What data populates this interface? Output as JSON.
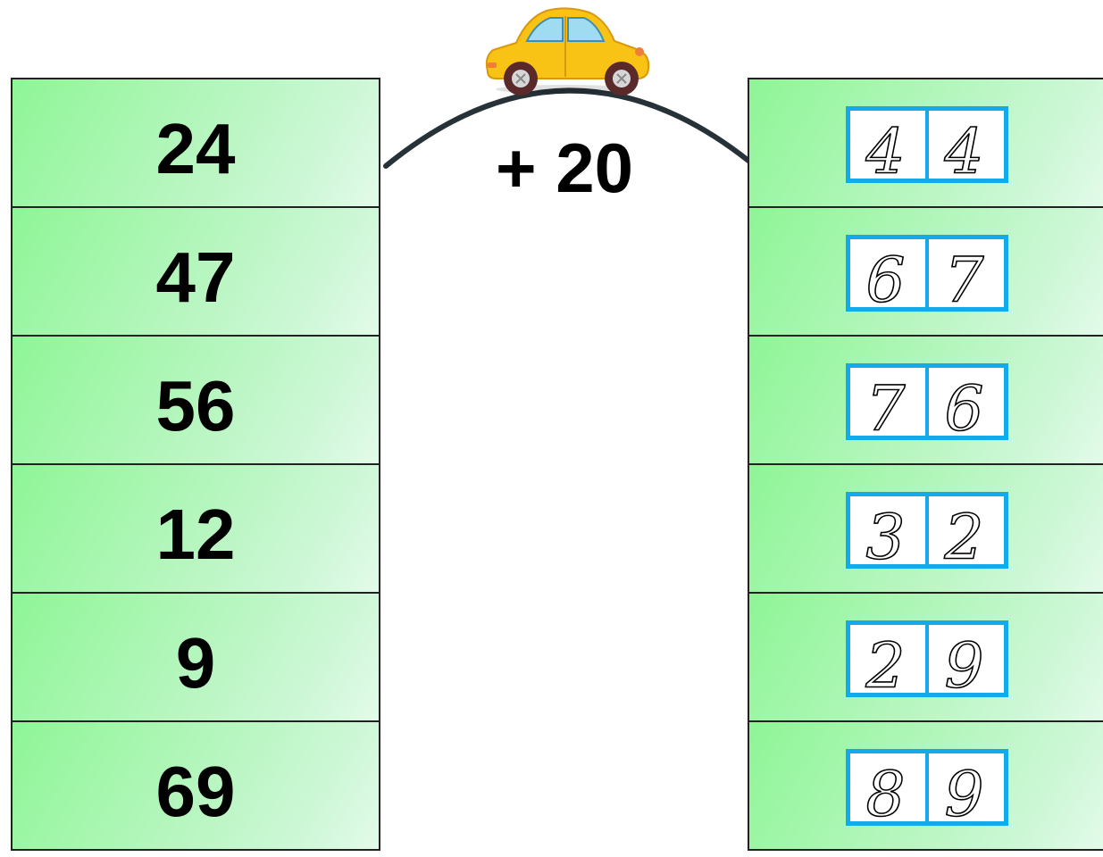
{
  "operation": "+ 20",
  "inputs": [
    "24",
    "47",
    "56",
    "12",
    "9",
    "69"
  ],
  "answers": [
    [
      "4",
      "4"
    ],
    [
      "6",
      "7"
    ],
    [
      "7",
      "6"
    ],
    [
      "3",
      "2"
    ],
    [
      "2",
      "9"
    ],
    [
      "8",
      "9"
    ]
  ],
  "colors": {
    "cell_green": "#8ef596",
    "box_blue": "#14a9ea",
    "car_yellow": "#f9c316"
  },
  "icons": {
    "car": "car-icon",
    "road": "arch-road"
  }
}
